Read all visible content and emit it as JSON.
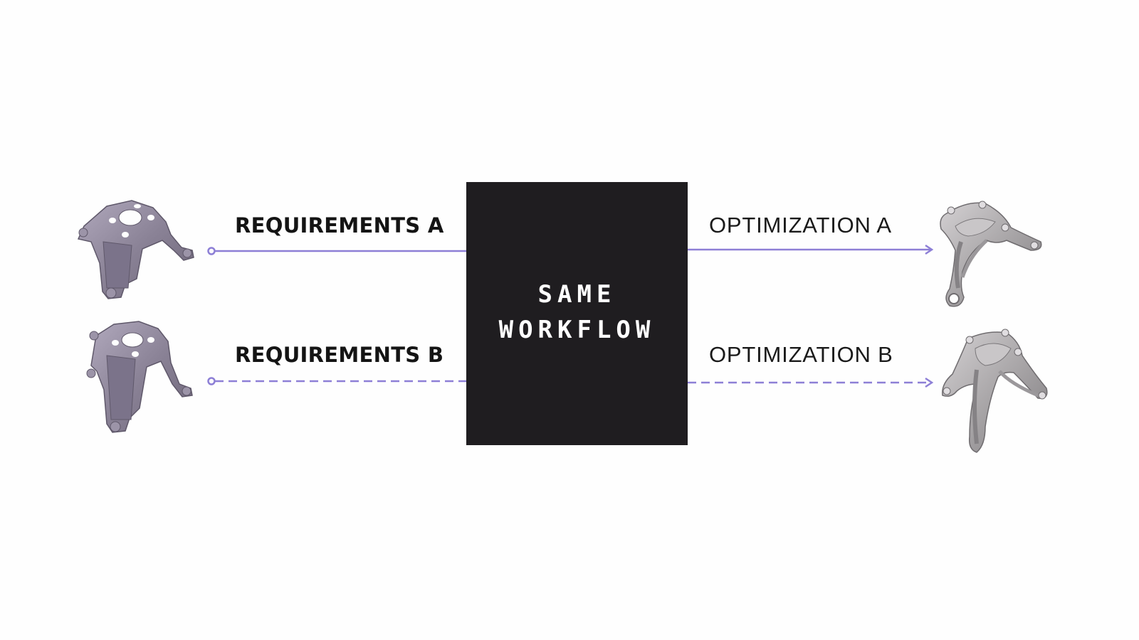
{
  "colors": {
    "connector": "#8d7fd6",
    "box": "#1f1d20",
    "box_text": "#ffffff",
    "label_text": "#141414",
    "part_input": "#8a8296",
    "part_output": "#a9a6a8"
  },
  "workflow": {
    "line1": "SAME",
    "line2": "WORKFLOW"
  },
  "inputs": [
    {
      "label": "REQUIREMENTS A",
      "line_style": "solid",
      "part_icon": "bracket-part-a-icon"
    },
    {
      "label": "REQUIREMENTS B",
      "line_style": "dashed",
      "part_icon": "bracket-part-b-icon"
    }
  ],
  "outputs": [
    {
      "label": "OPTIMIZATION A",
      "line_style": "solid",
      "part_icon": "optimized-part-a-icon"
    },
    {
      "label": "OPTIMIZATION B",
      "line_style": "dashed",
      "part_icon": "optimized-part-b-icon"
    }
  ]
}
